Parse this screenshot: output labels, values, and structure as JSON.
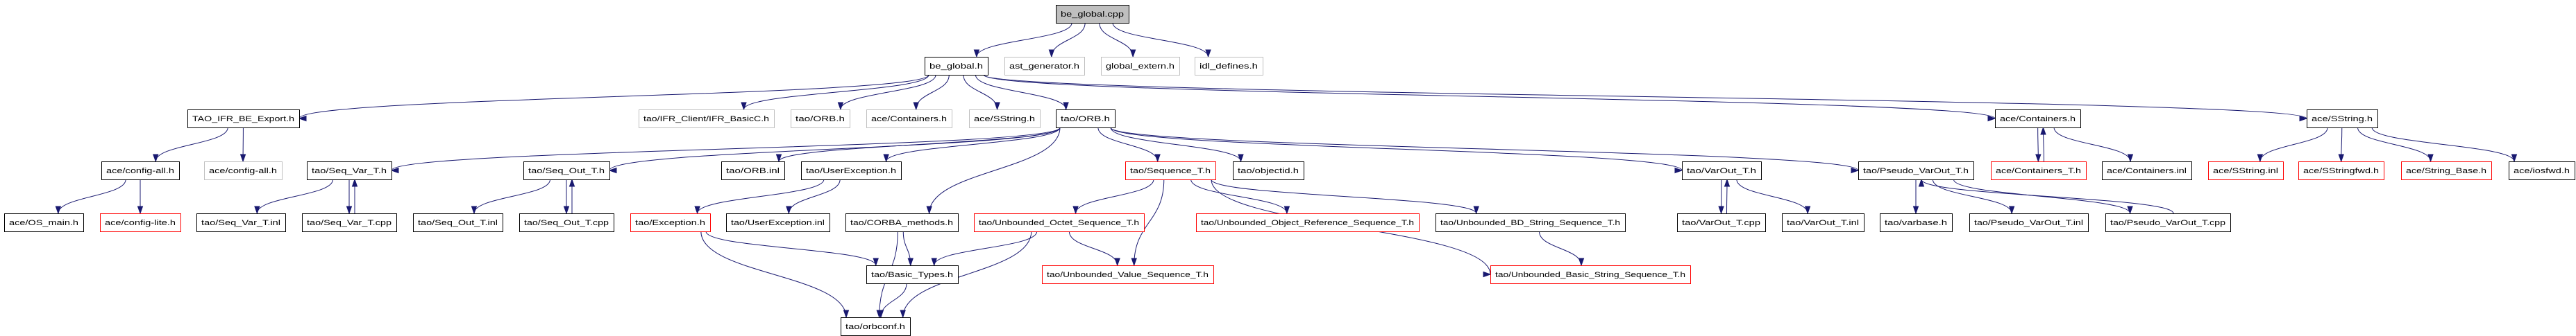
{
  "colors": {
    "edge": "#191970",
    "default_border": "#000000",
    "missing_border": "#bfbfbf",
    "undocumented_border": "#ff0000",
    "root_fill": "#bfbfbf"
  },
  "nodes": [
    {
      "label": "be_global.cpp",
      "border": "#000000",
      "fill": "#bfbfbf"
    },
    {
      "label": "be_global.h",
      "border": "#000000",
      "fill": "#ffffff"
    },
    {
      "label": "ast_generator.h",
      "border": "#bfbfbf",
      "fill": "#ffffff"
    },
    {
      "label": "global_extern.h",
      "border": "#bfbfbf",
      "fill": "#ffffff"
    },
    {
      "label": "idl_defines.h",
      "border": "#bfbfbf",
      "fill": "#ffffff"
    },
    {
      "label": "TAO_IFR_BE_Export.h",
      "border": "#000000",
      "fill": "#ffffff"
    },
    {
      "label": "tao/IFR_Client/IFR_BasicC.h",
      "border": "#bfbfbf",
      "fill": "#ffffff"
    },
    {
      "label": "tao/ORB.h",
      "border": "#bfbfbf",
      "fill": "#ffffff"
    },
    {
      "label": "ace/Containers.h",
      "border": "#bfbfbf",
      "fill": "#ffffff"
    },
    {
      "label": "ace/SString.h",
      "border": "#bfbfbf",
      "fill": "#ffffff"
    },
    {
      "label": "tao/ORB.h",
      "border": "#000000",
      "fill": "#ffffff"
    },
    {
      "label": "ace/Containers.h",
      "border": "#000000",
      "fill": "#ffffff"
    },
    {
      "label": "ace/SString.h",
      "border": "#000000",
      "fill": "#ffffff"
    },
    {
      "label": "ace/config-all.h",
      "border": "#000000",
      "fill": "#ffffff"
    },
    {
      "label": "ace/config-all.h",
      "border": "#bfbfbf",
      "fill": "#ffffff"
    },
    {
      "label": "tao/Seq_Var_T.h",
      "border": "#000000",
      "fill": "#ffffff"
    },
    {
      "label": "tao/Seq_Out_T.h",
      "border": "#000000",
      "fill": "#ffffff"
    },
    {
      "label": "tao/ORB.inl",
      "border": "#000000",
      "fill": "#ffffff"
    },
    {
      "label": "tao/UserException.h",
      "border": "#000000",
      "fill": "#ffffff"
    },
    {
      "label": "tao/Sequence_T.h",
      "border": "#ff0000",
      "fill": "#ffffff"
    },
    {
      "label": "tao/objectid.h",
      "border": "#000000",
      "fill": "#ffffff"
    },
    {
      "label": "tao/VarOut_T.h",
      "border": "#000000",
      "fill": "#ffffff"
    },
    {
      "label": "tao/Pseudo_VarOut_T.h",
      "border": "#000000",
      "fill": "#ffffff"
    },
    {
      "label": "ace/Containers_T.h",
      "border": "#ff0000",
      "fill": "#ffffff"
    },
    {
      "label": "ace/Containers.inl",
      "border": "#000000",
      "fill": "#ffffff"
    },
    {
      "label": "ace/SString.inl",
      "border": "#ff0000",
      "fill": "#ffffff"
    },
    {
      "label": "ace/SStringfwd.h",
      "border": "#ff0000",
      "fill": "#ffffff"
    },
    {
      "label": "ace/String_Base.h",
      "border": "#ff0000",
      "fill": "#ffffff"
    },
    {
      "label": "ace/iosfwd.h",
      "border": "#000000",
      "fill": "#ffffff"
    },
    {
      "label": "ace/OS_main.h",
      "border": "#000000",
      "fill": "#ffffff"
    },
    {
      "label": "ace/config-lite.h",
      "border": "#ff0000",
      "fill": "#ffffff"
    },
    {
      "label": "tao/Seq_Var_T.inl",
      "border": "#000000",
      "fill": "#ffffff"
    },
    {
      "label": "tao/Seq_Var_T.cpp",
      "border": "#000000",
      "fill": "#ffffff"
    },
    {
      "label": "tao/Seq_Out_T.inl",
      "border": "#000000",
      "fill": "#ffffff"
    },
    {
      "label": "tao/Seq_Out_T.cpp",
      "border": "#000000",
      "fill": "#ffffff"
    },
    {
      "label": "tao/Exception.h",
      "border": "#ff0000",
      "fill": "#ffffff"
    },
    {
      "label": "tao/UserException.inl",
      "border": "#000000",
      "fill": "#ffffff"
    },
    {
      "label": "tao/CORBA_methods.h",
      "border": "#000000",
      "fill": "#ffffff"
    },
    {
      "label": "tao/Unbounded_Octet_Sequence_T.h",
      "border": "#ff0000",
      "fill": "#ffffff"
    },
    {
      "label": "tao/Unbounded_Object_Reference_Sequence_T.h",
      "border": "#ff0000",
      "fill": "#ffffff"
    },
    {
      "label": "tao/Unbounded_BD_String_Sequence_T.h",
      "border": "#000000",
      "fill": "#ffffff"
    },
    {
      "label": "tao/VarOut_T.cpp",
      "border": "#000000",
      "fill": "#ffffff"
    },
    {
      "label": "tao/VarOut_T.inl",
      "border": "#000000",
      "fill": "#ffffff"
    },
    {
      "label": "tao/varbase.h",
      "border": "#000000",
      "fill": "#ffffff"
    },
    {
      "label": "tao/Pseudo_VarOut_T.inl",
      "border": "#000000",
      "fill": "#ffffff"
    },
    {
      "label": "tao/Pseudo_VarOut_T.cpp",
      "border": "#000000",
      "fill": "#ffffff"
    },
    {
      "label": "tao/Basic_Types.h",
      "border": "#000000",
      "fill": "#ffffff"
    },
    {
      "label": "tao/Unbounded_Value_Sequence_T.h",
      "border": "#ff0000",
      "fill": "#ffffff"
    },
    {
      "label": "tao/Unbounded_Basic_String_Sequence_T.h",
      "border": "#ff0000",
      "fill": "#ffffff"
    },
    {
      "label": "tao/orbconf.h",
      "border": "#000000",
      "fill": "#ffffff"
    }
  ],
  "edges": [
    [
      0,
      1
    ],
    [
      0,
      2
    ],
    [
      0,
      3
    ],
    [
      0,
      4
    ],
    [
      1,
      5
    ],
    [
      1,
      6
    ],
    [
      1,
      7
    ],
    [
      1,
      8
    ],
    [
      1,
      9
    ],
    [
      1,
      10
    ],
    [
      1,
      11
    ],
    [
      1,
      12
    ],
    [
      5,
      13
    ],
    [
      5,
      14
    ],
    [
      13,
      29
    ],
    [
      13,
      30
    ],
    [
      10,
      15
    ],
    [
      10,
      16
    ],
    [
      10,
      17
    ],
    [
      10,
      18
    ],
    [
      10,
      37
    ],
    [
      10,
      19
    ],
    [
      10,
      20
    ],
    [
      10,
      21
    ],
    [
      10,
      22
    ],
    [
      15,
      31
    ],
    [
      15,
      32
    ],
    [
      32,
      15
    ],
    [
      16,
      33
    ],
    [
      16,
      34
    ],
    [
      34,
      16
    ],
    [
      18,
      35
    ],
    [
      18,
      36
    ],
    [
      35,
      49
    ],
    [
      35,
      46
    ],
    [
      37,
      46
    ],
    [
      37,
      49
    ],
    [
      19,
      38
    ],
    [
      19,
      47
    ],
    [
      19,
      39
    ],
    [
      19,
      40
    ],
    [
      19,
      48
    ],
    [
      38,
      46
    ],
    [
      38,
      49
    ],
    [
      38,
      47
    ],
    [
      40,
      48
    ],
    [
      46,
      49
    ],
    [
      21,
      41
    ],
    [
      21,
      42
    ],
    [
      41,
      21
    ],
    [
      22,
      43
    ],
    [
      22,
      44
    ],
    [
      22,
      45
    ],
    [
      45,
      22
    ],
    [
      11,
      23
    ],
    [
      11,
      24
    ],
    [
      23,
      11
    ],
    [
      12,
      25
    ],
    [
      12,
      26
    ],
    [
      12,
      27
    ],
    [
      12,
      28
    ]
  ]
}
